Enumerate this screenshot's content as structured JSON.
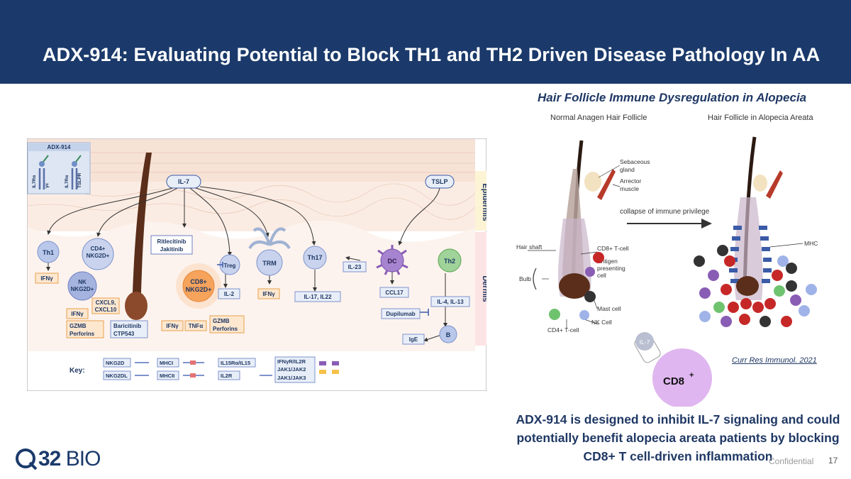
{
  "header": {
    "title": "ADX-914: Evaluating Potential to Block TH1 and TH2 Driven Disease Pathology In AA"
  },
  "right_figure": {
    "title": "Hair Follicle Immune Dysregulation in Alopecia",
    "normal_label": "Normal Anagen Hair Follicle",
    "aa_label": "Hair Follicle in Alopecia Areata",
    "sebaceous": "Sebaceous",
    "gland": "gland",
    "arrector": "Arrector",
    "muscle": "muscle",
    "collapse": "collapse of immune privilege",
    "mhc": "MHC",
    "hair_shaft": "Hair shaft",
    "cd8_tcell": "CD8+ T-cell",
    "antigen1": "Antigen",
    "antigen2": "presenting",
    "antigen3": "cell",
    "bulb": "Bulb",
    "mast": "Mast cell",
    "nk": "NK Cell",
    "cd4": "CD4+ T-cell",
    "il7": "IL-7",
    "cd8_big": "CD8",
    "cd8_sup": "+",
    "citation": "Curr Res Immunol. 2021"
  },
  "left_figure": {
    "adx": "ADX-914",
    "receptors": [
      "IL7Rα",
      "γc",
      "IL7Rα",
      "TSLPR"
    ],
    "il7": "IL-7",
    "tslp": "TSLP",
    "epidermis": "Epidermis",
    "dermis": "Dermis",
    "ritlecitinib": "Ritlecitinib",
    "jakitinib": "Jakitinib",
    "th1": "Th1",
    "cd4": "CD4+",
    "nkg2d_plus": "NKG2D+",
    "treg": "Treg",
    "trm": "TRM",
    "th17": "Th17",
    "dc": "DC",
    "th2": "Th2",
    "il23": "IL-23",
    "ifng": "IFNγ",
    "nk": "NK",
    "cd8": "CD8+",
    "il2": "IL-2",
    "il17": "IL-17, IL22",
    "ccl17": "CCL17",
    "il4": "IL-4, IL-13",
    "cxcl9": "CXCL9,",
    "cxcl10": "CXCL10",
    "dupilumab": "Dupilumab",
    "gzmb": "GZMB",
    "perforins": "Perforins",
    "baricitinib": "Baricitinib",
    "ctp": "CTP543",
    "tnfa": "TNFα",
    "b": "B",
    "ige": "IgE",
    "key": "Key:",
    "nkg2d": "NKG2D",
    "mhci": "MHCI",
    "il15": "IL15Rα/IL15",
    "ifngr": "IFNγR/IL2R",
    "jak12": "JAK1/JAK2",
    "nkg2dl": "NKG2DL",
    "mhcii": "MHCII",
    "il2r": "IL2R",
    "jak13": "JAK1/JAK3"
  },
  "summary": "ADX-914 is designed to inhibit IL-7 signaling and could potentially benefit alopecia areata patients by blocking CD8+ T cell-driven inflammation",
  "logo": {
    "q": "Q",
    "num": "32",
    "bio": "BIO"
  },
  "footer": {
    "confidential": "Confidential",
    "page": "17"
  },
  "colors": {
    "banner": "#1b3a6b",
    "text": "#1f3864",
    "orange": "#f4a460",
    "blue": "#3b5ba8",
    "purple": "#8a5db5",
    "green": "#7bc96f",
    "red": "#c62828"
  }
}
